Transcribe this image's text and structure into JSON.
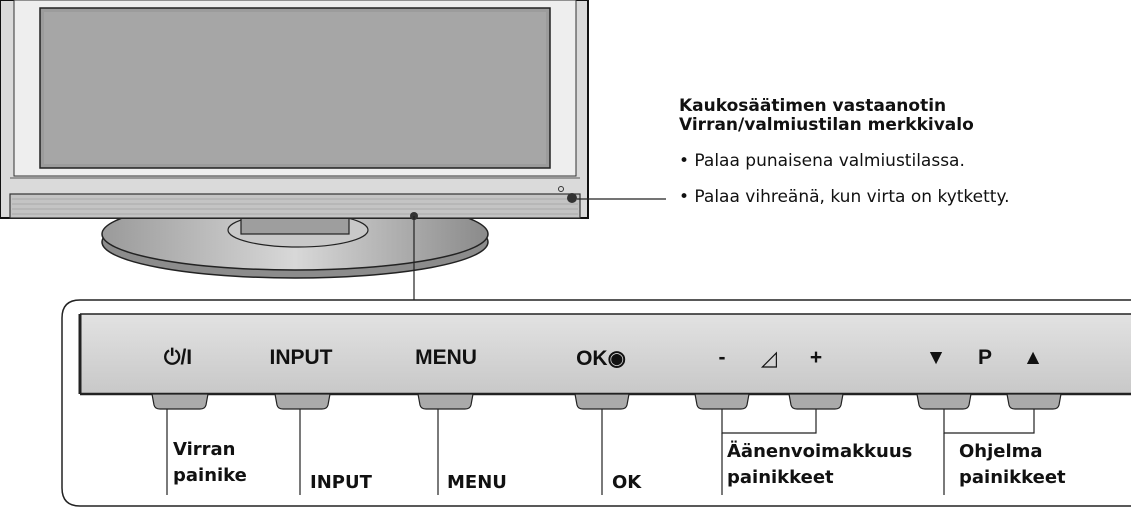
{
  "callout": {
    "title_line1": "Kaukosäätimen vastaanotin",
    "title_line2": "Virran/valmiustilan merkkivalo",
    "bullets": [
      "• Palaa punaisena valmiustilassa.",
      "• Palaa vihreänä, kun virta on kytketty."
    ]
  },
  "panel": {
    "buttons": {
      "power": "⏻/I",
      "input": "INPUT",
      "menu": "MENU",
      "ok": "OK◉",
      "vol_minus": "-",
      "vol_icon": "◿",
      "vol_plus": "+",
      "prog_down": "▼",
      "prog_p": "P",
      "prog_up": "▲"
    },
    "labels": {
      "power_line1": "Virran",
      "power_line2": "painike",
      "input": "INPUT",
      "menu": "MENU",
      "ok": "OK",
      "volume_line1": "Äänenvoimakkuus",
      "volume_line2": "painikkeet",
      "program_line1": "Ohjelma",
      "program_line2": "painikkeet"
    }
  }
}
